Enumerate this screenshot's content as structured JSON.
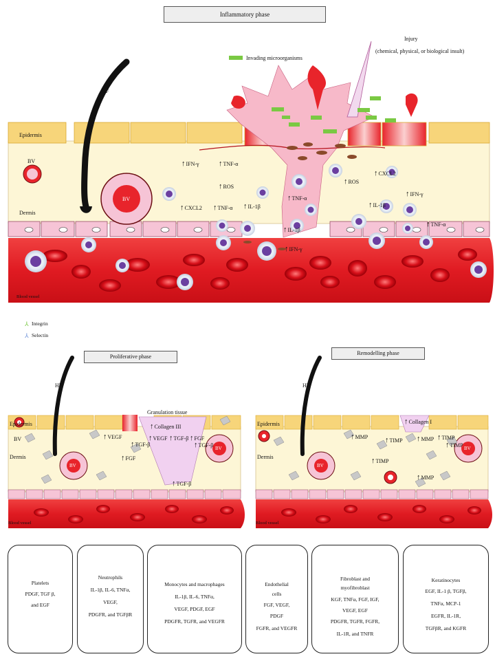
{
  "main_panel": {
    "title": "Inflammatory phase",
    "labels": {
      "injury": "Injury",
      "injury_desc": "(chemical, physical, or biological insult)",
      "invading": "Invading microorganisms",
      "hf": "HF",
      "epidermis": "Epidermis",
      "bv_small": "BV",
      "bv_large": "BV",
      "dermis": "Dermis",
      "blood_vessel": "Blood vessel"
    },
    "mediators": [
      {
        "text": "IFN-γ"
      },
      {
        "text": "TNF-α"
      },
      {
        "text": "ROS"
      },
      {
        "text": "CXCL2"
      },
      {
        "text": "TNF-α"
      },
      {
        "text": "IL-1β"
      },
      {
        "text": "TNF-α"
      },
      {
        "text": "IL-1β"
      },
      {
        "text": "IFN-γ"
      },
      {
        "text": "ROS"
      },
      {
        "text": "CXCL2"
      },
      {
        "text": "IL-1β"
      },
      {
        "text": "IFN-γ"
      },
      {
        "text": "TNF-α"
      }
    ]
  },
  "legend_markers": {
    "integrin": "Integrin",
    "selectin": "Selectin"
  },
  "proliferative": {
    "title": "Proliferative phase",
    "labels": {
      "hf": "HF",
      "granulation": "Granulation tissue",
      "epidermis": "Epidermis",
      "bv1": "BV",
      "bv2": "BV",
      "bv3": "BV",
      "dermis": "Dermis",
      "blood_vessel": "Blood vessel"
    },
    "mediators": [
      {
        "text": "Collagen III"
      },
      {
        "text": "VEGF"
      },
      {
        "text": "TGF-β"
      },
      {
        "text": "VEGF"
      },
      {
        "text": "TGF-β"
      },
      {
        "text": "FGF"
      },
      {
        "text": "TGF-β"
      },
      {
        "text": "FGF"
      },
      {
        "text": "TGF-β"
      }
    ]
  },
  "remodelling": {
    "title": "Remodelling phase",
    "labels": {
      "hf": "HF",
      "epidermis": "Epidermis",
      "bv1": "BV",
      "bv2": "BV",
      "dermis": "Dermis",
      "blood_vessel": "Blood vessel"
    },
    "mediators": [
      {
        "text": "Collagen I"
      },
      {
        "text": "MMP"
      },
      {
        "text": "TIMP"
      },
      {
        "text": "MMP"
      },
      {
        "text": "TIMP"
      },
      {
        "text": "TIMP"
      },
      {
        "text": "TIMP"
      },
      {
        "text": "MMP"
      }
    ]
  },
  "cell_legend": [
    {
      "icon": "platelet-icon",
      "lines": [
        "Platelets",
        "PDGF, TGF β,",
        "and EGF"
      ]
    },
    {
      "icon": "neutrophil-icon",
      "lines": [
        "Neutrophils",
        "IL-1β, IL-6, TNFα,",
        "VEGF,",
        "PDGFR, and TGFβR"
      ]
    },
    {
      "icon": "macrophage-icon",
      "lines": [
        "Monocytes and macrophages",
        "IL-1β, IL-6, TNFα,",
        "VEGF, PDGF, EGF",
        "PDGFR, TGFR, and VEGFR"
      ]
    },
    {
      "icon": "endothelial-icon",
      "lines": [
        "Endothelial",
        "cells",
        "FGF, VEGF,",
        "PDGF",
        "FGFR, and VEGFR"
      ]
    },
    {
      "icon": "fibroblast-icon",
      "lines": [
        "Fibroblast and",
        "myofibroblast",
        "KGF, TNFα, FGF, IGF,",
        "VEGF, EGF",
        "PDGFR, TGFR, FGFR,",
        "IL-1R, and TNFR"
      ]
    },
    {
      "icon": "keratinocyte-icon",
      "lines": [
        "Keratinocytes",
        "EGF, IL-1 β, TGFβ,",
        "TNFα, MCP-1",
        "EGFR, IL-1R,",
        "TGFβR, and KGFR"
      ]
    }
  ],
  "colors": {
    "epidermis": "#f7d57a",
    "dermis": "#fdf6d6",
    "vessel": "#e8242b",
    "endothelial": "#f6c4d6",
    "wound": "#f7b9c9",
    "microorganism": "#7ac943"
  }
}
